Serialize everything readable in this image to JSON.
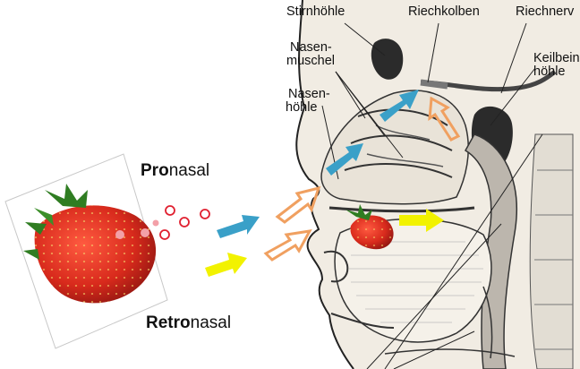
{
  "labels": {
    "stirnhoehle": "Stirnhöhle",
    "riechkolben": "Riechkolben",
    "riechnerv": "Riechnerv",
    "nasenmuschel_1": "Nasen-",
    "nasenmuschel_2": "muschel",
    "nasenhoehle_1": "Nasen-",
    "nasenhoehle_2": "höhle",
    "keilbeinhoehle_1": "Keilbein-",
    "keilbeinhoehle_2": "höhle"
  },
  "routes": {
    "pronasal_bold": "Pro",
    "pronasal_rest": "nasal",
    "retronasal_bold": "Retro",
    "retronasal_rest": "nasal"
  },
  "colors": {
    "blue_arrow": "#3aa0c8",
    "yellow_arrow": "#f2f200",
    "orange_arrow": "#f0a060",
    "odor_circle": "#e02030",
    "anatomy_bg": "#f1ece3",
    "strawberry": "#d82a1c"
  },
  "icons": [
    "strawberry-image",
    "odor-molecule-circles",
    "blue-arrow",
    "yellow-arrow",
    "orange-outline-arrow"
  ]
}
